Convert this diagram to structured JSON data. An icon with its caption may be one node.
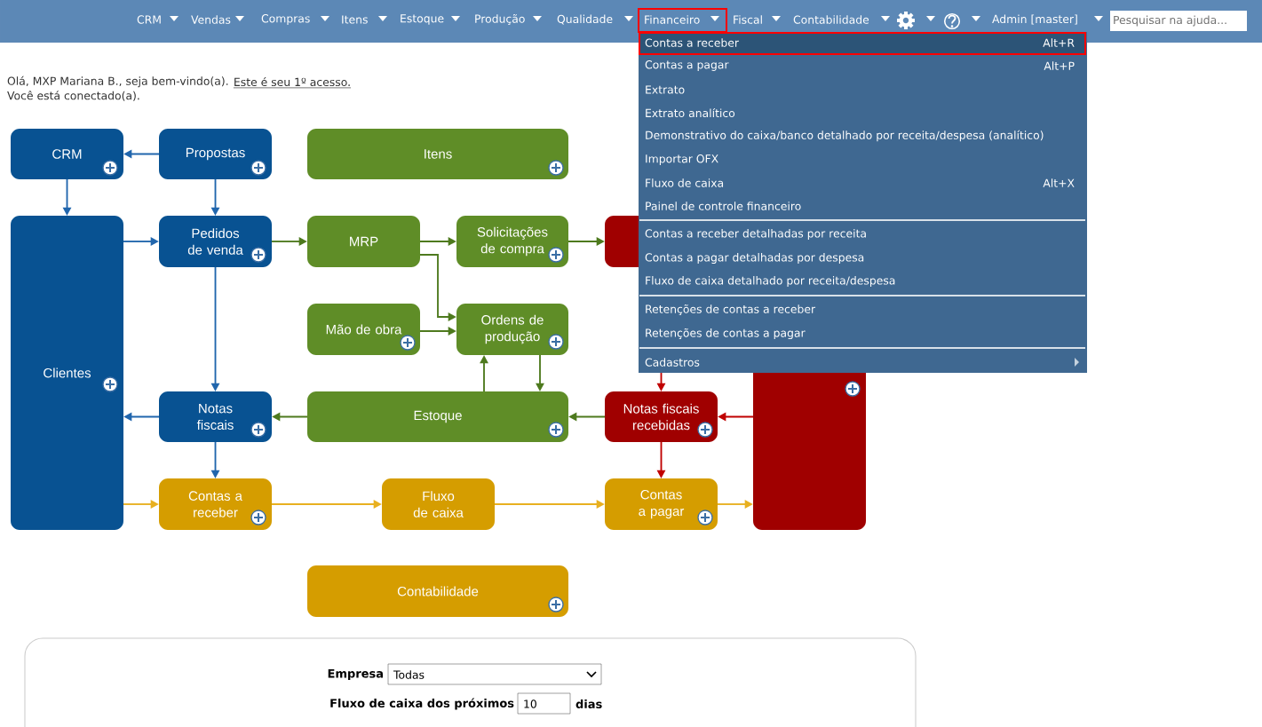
{
  "diagram": {
    "nodes": [
      {
        "text": [
          "CRM"
        ]
      },
      {
        "text": [
          "Propostas"
        ]
      },
      {
        "text": [
          "Itens"
        ]
      },
      {
        "text": [
          "Clientes"
        ]
      },
      {
        "text": [
          "Pedidos de venda"
        ]
      },
      {
        "text": [
          "MRP"
        ]
      },
      {
        "text": [
          "Solicitações de compra"
        ]
      },
      {
        "text": [],
        "shape": "box"
      },
      {
        "text": [
          "Mão de obra"
        ]
      },
      {
        "text": [
          "Ordens de produção"
        ]
      },
      {
        "text": [],
        "shape": "box"
      },
      {
        "text": [
          "Notas fiscais"
        ]
      },
      {
        "text": [
          "Estoque"
        ]
      },
      {
        "text": [
          "Notas fiscais recebidas"
        ]
      },
      {
        "text": [
          "Contas a receber"
        ]
      },
      {
        "text": [
          "Fluxo de caixa"
        ]
      },
      {
        "text": [
          "Contas a pagar"
        ]
      },
      {
        "text": [
          "Contabilidade"
        ]
      }
    ],
    "edges": [
      {
        "from": 1,
        "to": 0,
        "arrow": "to",
        "color": "#2166ad"
      },
      {
        "from": 0,
        "to": 3,
        "arrow": "to",
        "color": "#2166ad"
      },
      {
        "from": 1,
        "to": 4,
        "arrow": "to",
        "color": "#2166ad"
      },
      {
        "from": 3,
        "to": 4,
        "arrow": "to",
        "color": "#2166ad"
      },
      {
        "from": 4,
        "to": 5,
        "arrow": "to"
      },
      {
        "from": 4,
        "to": 11,
        "arrow": "to",
        "color": "#2166ad"
      },
      {
        "from": 5,
        "to": 6,
        "arrow": "to"
      },
      {
        "from": 6,
        "to": 7,
        "arrow": "to"
      },
      {
        "from": 5,
        "to": 9,
        "arrow": "to"
      },
      {
        "from": 8,
        "to": 9,
        "arrow": "to"
      },
      {
        "from": 12,
        "to": 9,
        "arrow": "to"
      },
      {
        "from": 9,
        "to": 12,
        "arrow": "to"
      },
      {
        "from": 7,
        "to": 13,
        "arrow": "to",
        "color": "#c00000"
      },
      {
        "from": 10,
        "to": 13,
        "arrow": "to",
        "color": "#c00000"
      },
      {
        "from": 13,
        "to": 12,
        "arrow": "to"
      },
      {
        "from": 12,
        "to": 11,
        "arrow": "to"
      },
      {
        "from": 11,
        "to": 3,
        "arrow": "to",
        "color": "#2166ad"
      },
      {
        "from": 11,
        "to": 14,
        "arrow": "to",
        "color": "#2166ad"
      },
      {
        "from": 13,
        "to": 16,
        "arrow": "to",
        "color": "#c00000"
      },
      {
        "from": 3,
        "to": 14,
        "arrow": "to",
        "color": "#e8b020"
      },
      {
        "from": 14,
        "to": 15,
        "arrow": "to",
        "color": "#e8b020"
      },
      {
        "from": 15,
        "to": 16,
        "arrow": "to",
        "color": "#e8b020"
      },
      {
        "from": 16,
        "to": 10,
        "arrow": "to",
        "color": "#e8b020"
      }
    ],
    "labels": [
      "CRM",
      "Vendas",
      "Compras",
      "Itens",
      "Estoque",
      "Produção",
      "Qualidade",
      "Financeiro",
      "Fiscal",
      "Contabilidade",
      "Admin [master]",
      "Pesquisar na ajuda...",
      "Contas a receber",
      "Alt+R",
      "Contas a pagar",
      "Alt+P",
      "Extrato",
      "Extrato analítico",
      "Demonstrativo do caixa/banco detalhado por receita/despesa (analítico)",
      "Importar OFX",
      "Fluxo de caixa",
      "Alt+X",
      "Painel de controle financeiro",
      "Contas a receber detalhadas por receita",
      "Contas a pagar detalhadas por despesa",
      "Fluxo de caixa detalhado por receita/despesa",
      "Retenções de contas a receber",
      "Retenções de contas a pagar",
      "Cadastros",
      "Olá, MXP Mariana B., seja bem-vindo(a).",
      "Este é seu 1º acesso.",
      "Você está conectado(a).",
      "Empresa",
      "Todas",
      "Fluxo de caixa dos próximos",
      "10",
      "dias"
    ]
  }
}
